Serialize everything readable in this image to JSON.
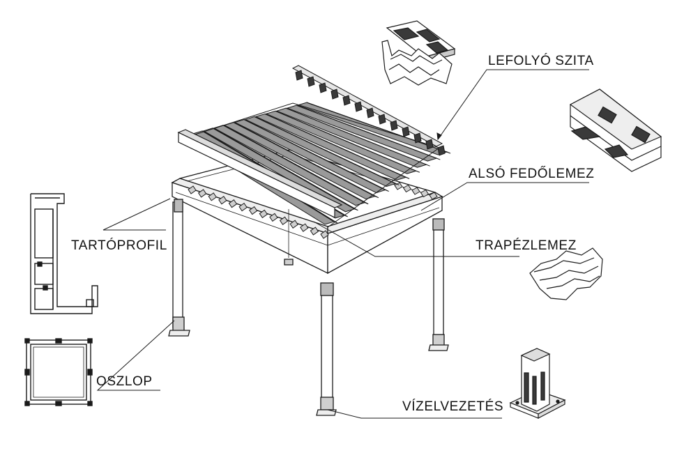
{
  "labels": {
    "lefolyo_szita": "LEFOLYÓ SZITA",
    "also_fedolemez": "ALSÓ FEDŐLEMEZ",
    "tartoprofil": "TARTÓPROFIL",
    "trapezlemez": "TRAPÉZLEMEZ",
    "oszlop": "OSZLOP",
    "vizelvezetes": "VÍZELVEZETÉS"
  },
  "colors": {
    "line": "#1a1a1a",
    "fill_light": "#e6e6e6",
    "fill_mid": "#9a9a9a",
    "fill_dark": "#3a3a3a"
  }
}
